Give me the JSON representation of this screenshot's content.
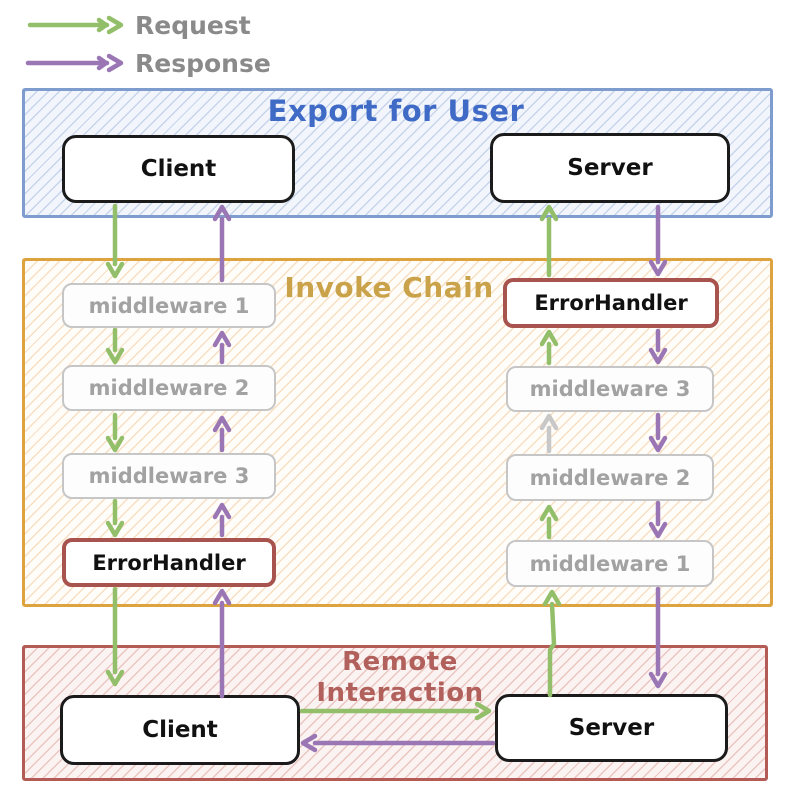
{
  "legend": {
    "request_label": "Request",
    "response_label": "Response"
  },
  "sections": {
    "export_for_user": {
      "title": "Export for User",
      "client_label": "Client",
      "server_label": "Server"
    },
    "invoke_chain": {
      "title": "Invoke Chain",
      "left_chain": [
        "middleware 1",
        "middleware 2",
        "middleware 3",
        "ErrorHandler"
      ],
      "right_chain": [
        "ErrorHandler",
        "middleware 3",
        "middleware 2",
        "middleware 1"
      ]
    },
    "remote_interaction": {
      "title": "Remote Interaction",
      "title_line1": "Remote",
      "title_line2": "Interaction",
      "client_label": "Client",
      "server_label": "Server"
    }
  },
  "colors": {
    "request-green": "#93bf6a",
    "response-purple": "#9a77b4",
    "gray-arrow": "#c8c8c8",
    "legend-text": "#8a8a8a",
    "export-border": "#7f9cce",
    "export-hatch": "#c8d4eb",
    "export-title": "#3f6ac6",
    "invoke-border": "#dda33f",
    "invoke-hatch": "#f8dfc2",
    "invoke-title": "#c9a24a",
    "remote-border": "#b45b55",
    "remote-hatch": "#eac5c1",
    "remote-title": "#b2605c",
    "errorhandler-border": "#a8534e",
    "middleware-border": "#c6c6c6",
    "middleware-text": "#a2a2a2",
    "box-border": "#1b1b1b"
  }
}
